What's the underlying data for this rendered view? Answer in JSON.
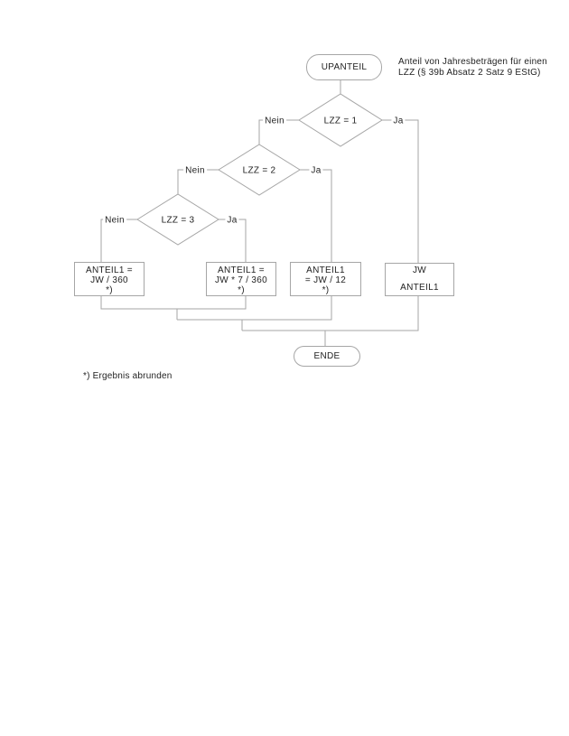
{
  "colors": {
    "line": "#a6a6a6",
    "text": "#1f1f1f",
    "arrow_shaft": "#555555",
    "arrow_head": "#000000",
    "background": "#ffffff"
  },
  "header_note": {
    "line1": "Anteil von Jahresbeträgen für einen",
    "line2": "LZZ (§ 39b Absatz 2 Satz 9 EStG)"
  },
  "start_node": {
    "label": "UPANTEIL"
  },
  "decisions": [
    {
      "label": "LZZ = 1",
      "no": "Nein",
      "yes": "Ja"
    },
    {
      "label": "LZZ = 2",
      "no": "Nein",
      "yes": "Ja"
    },
    {
      "label": "LZZ = 3",
      "no": "Nein",
      "yes": "Ja"
    }
  ],
  "process_boxes": [
    {
      "line1": "ANTEIL1 =",
      "line2": "JW / 360",
      "line3": "*)"
    },
    {
      "line1": "ANTEIL1 =",
      "line2": "JW * 7 / 360",
      "line3": "*)"
    },
    {
      "line1": "ANTEIL1",
      "line2": "= JW / 12",
      "line3": "*)"
    }
  ],
  "assign_box": {
    "source": "JW",
    "target": "ANTEIL1"
  },
  "end_node": {
    "label": "ENDE"
  },
  "footnote": "*) Ergebnis abrunden"
}
